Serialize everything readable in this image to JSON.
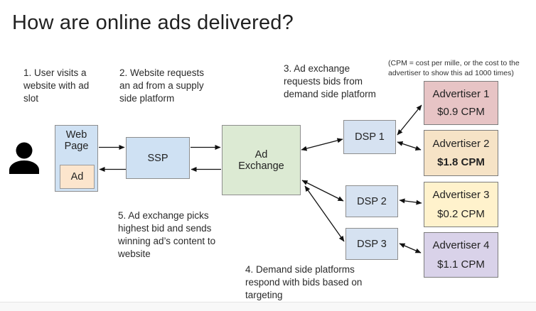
{
  "title": "How are online ads delivered?",
  "cpm_note": "(CPM = cost per mille, or the cost to the advertiser to show this ad 1000 times)",
  "steps": [
    "1. User visits a website with ad slot",
    "2. Website requests an ad from a supply side platform",
    "3. Ad exchange requests bids from demand side platform",
    "4. Demand side platforms respond with bids based on targeting",
    "5. Ad exchange picks highest bid and sends winning ad’s content to website"
  ],
  "nodes": {
    "web_page": "Web Page",
    "ad_slot": "Ad",
    "ssp": "SSP",
    "ad_exchange": "Ad\nExchange",
    "dsp1": "DSP 1",
    "dsp2": "DSP 2",
    "dsp3": "DSP 3"
  },
  "advertisers": [
    {
      "name": "Advertiser 1",
      "cpm": "$0.9 CPM",
      "winner": false
    },
    {
      "name": "Advertiser 2",
      "cpm": "$1.8 CPM",
      "winner": true
    },
    {
      "name": "Advertiser 3",
      "cpm": "$0.2 CPM",
      "winner": false
    },
    {
      "name": "Advertiser 4",
      "cpm": "$1.1 CPM",
      "winner": false
    }
  ],
  "icons": [
    {
      "name": "user-icon",
      "meaning": "website visitor / user"
    }
  ],
  "colors": {
    "box_blue": "#cfe1f3",
    "box_blue_dsp": "#d6e2f1",
    "box_green": "#dcead3",
    "box_tan": "#fce5cd",
    "adv1": "#e7c4c5",
    "adv2": "#f6e3c6",
    "adv3": "#fff2cc",
    "adv4": "#d9d2e9",
    "border_gray": "#8e8e8e",
    "arrow": "#111111",
    "text": "#222222"
  }
}
